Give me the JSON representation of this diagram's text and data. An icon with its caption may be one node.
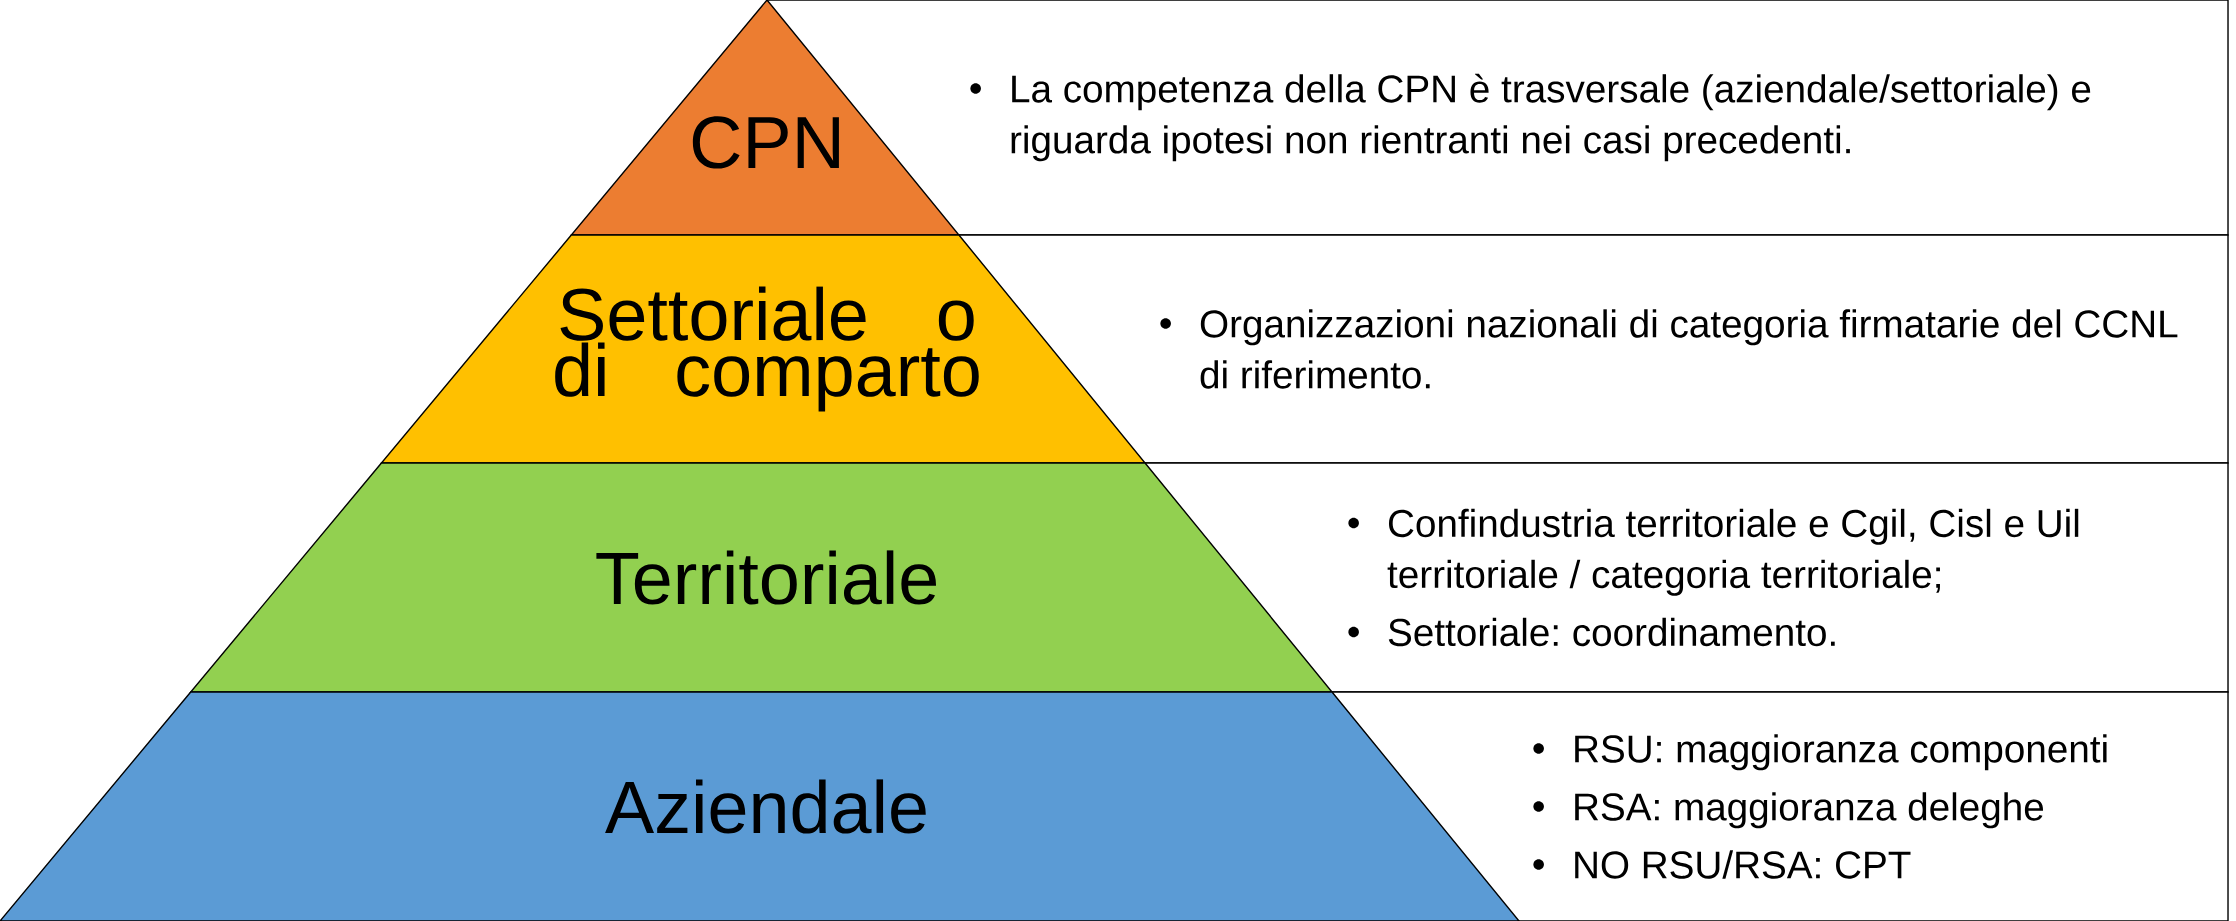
{
  "diagram": {
    "nodes": [
      {
        "text": [
          "CPN"
        ]
      },
      {
        "text": [
          "Settoriale o di comparto"
        ]
      },
      {
        "text": [
          "Territoriale"
        ]
      },
      {
        "text": [
          "Aziendale"
        ]
      },
      {
        "text": [
          "La competenza della CPN è trasversale (aziendale/settoriale) e riguarda ipotesi non rientranti nei casi precedenti."
        ]
      },
      {
        "text": [
          "Organizzazioni nazionali di categoria firmatarie del CCNL di riferimento."
        ]
      },
      {
        "text": [
          "Confindustria territoriale e Cgil, Cisl e Uil territoriale / categoria territoriale;",
          "Settoriale: coordinamento."
        ]
      },
      {
        "text": [
          "RSU: maggioranza componenti",
          "RSA: maggioranza deleghe",
          "NO RSU/RSA: CPT"
        ]
      }
    ],
    "edges": []
  }
}
